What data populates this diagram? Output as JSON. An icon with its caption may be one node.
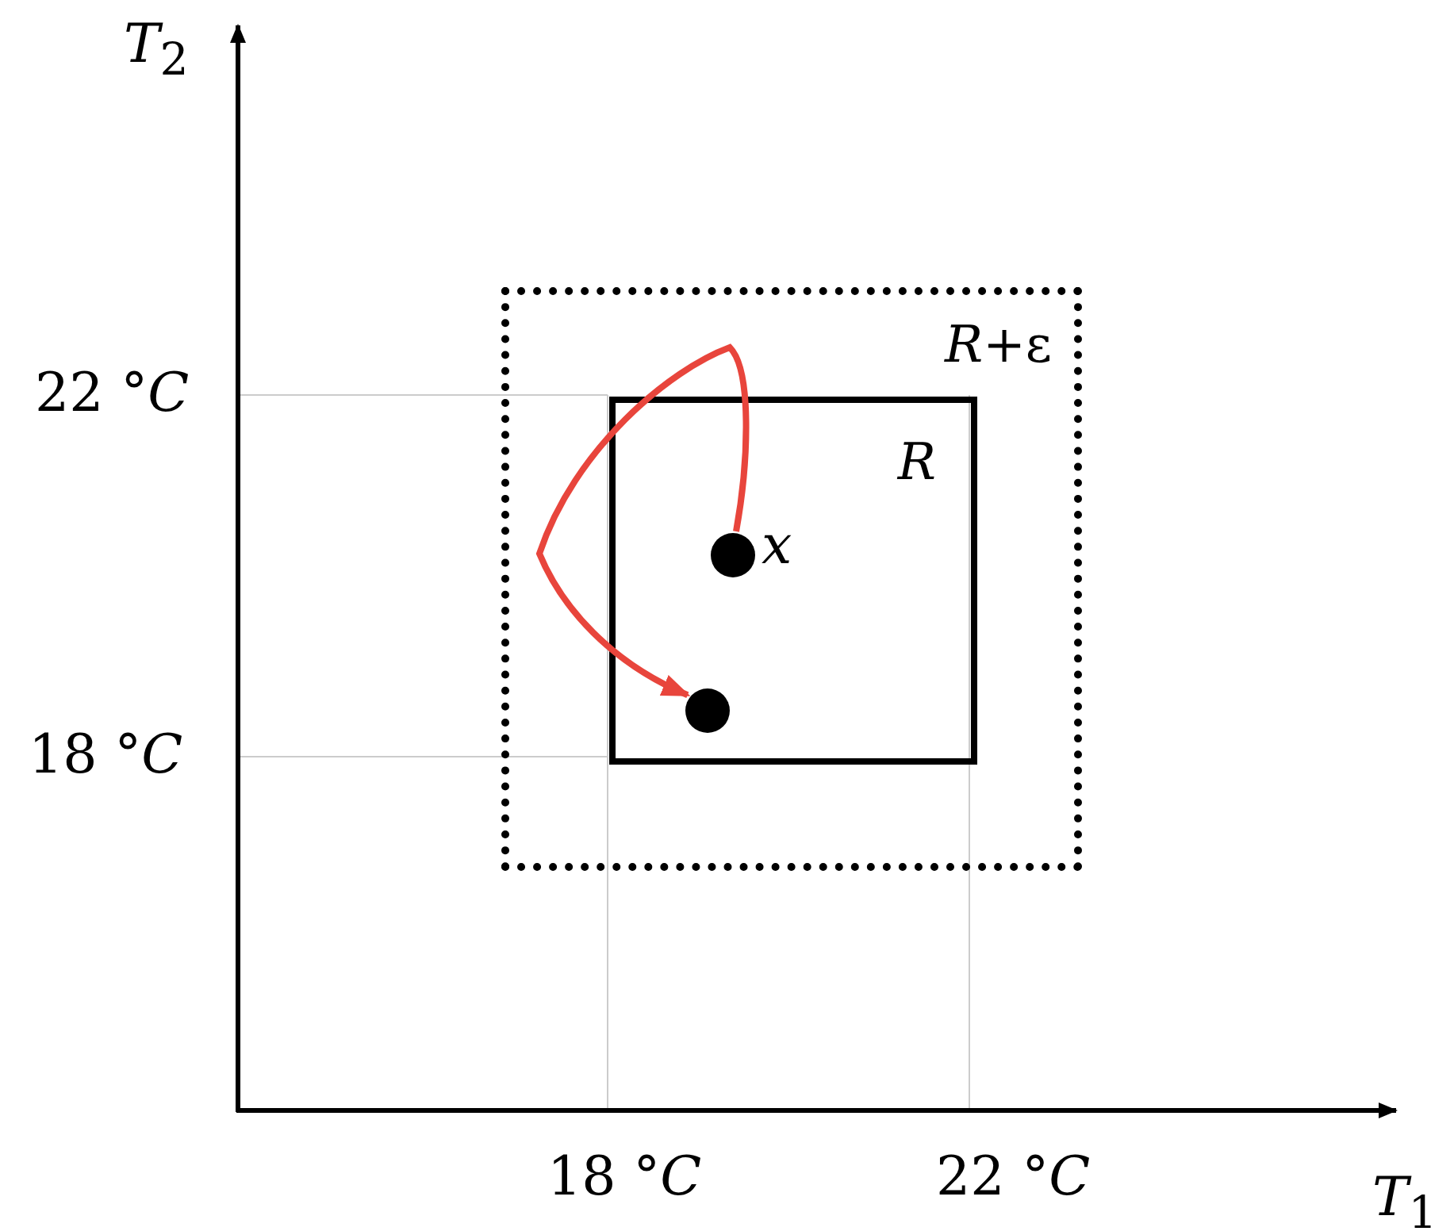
{
  "diagram": {
    "nodes": [
      {
        "text": [
          "*R*+ε"
        ]
      },
      {
        "text": [
          "*R*"
        ],
        "in": 0
      },
      {
        "text": [],
        "shape": "circle",
        "beside": [
          "*x*"
        ],
        "in": 1
      },
      {
        "text": [],
        "shape": "circle",
        "in": 1
      }
    ],
    "edges": [
      {
        "from": 2,
        "to": 3,
        "arrow": "to"
      }
    ],
    "labels": [
      "*T*$_{2}$",
      "22 °*C*",
      "18 °*C*",
      "18 °*C*",
      "22 °*C*",
      "*T*$_{1}$"
    ]
  }
}
